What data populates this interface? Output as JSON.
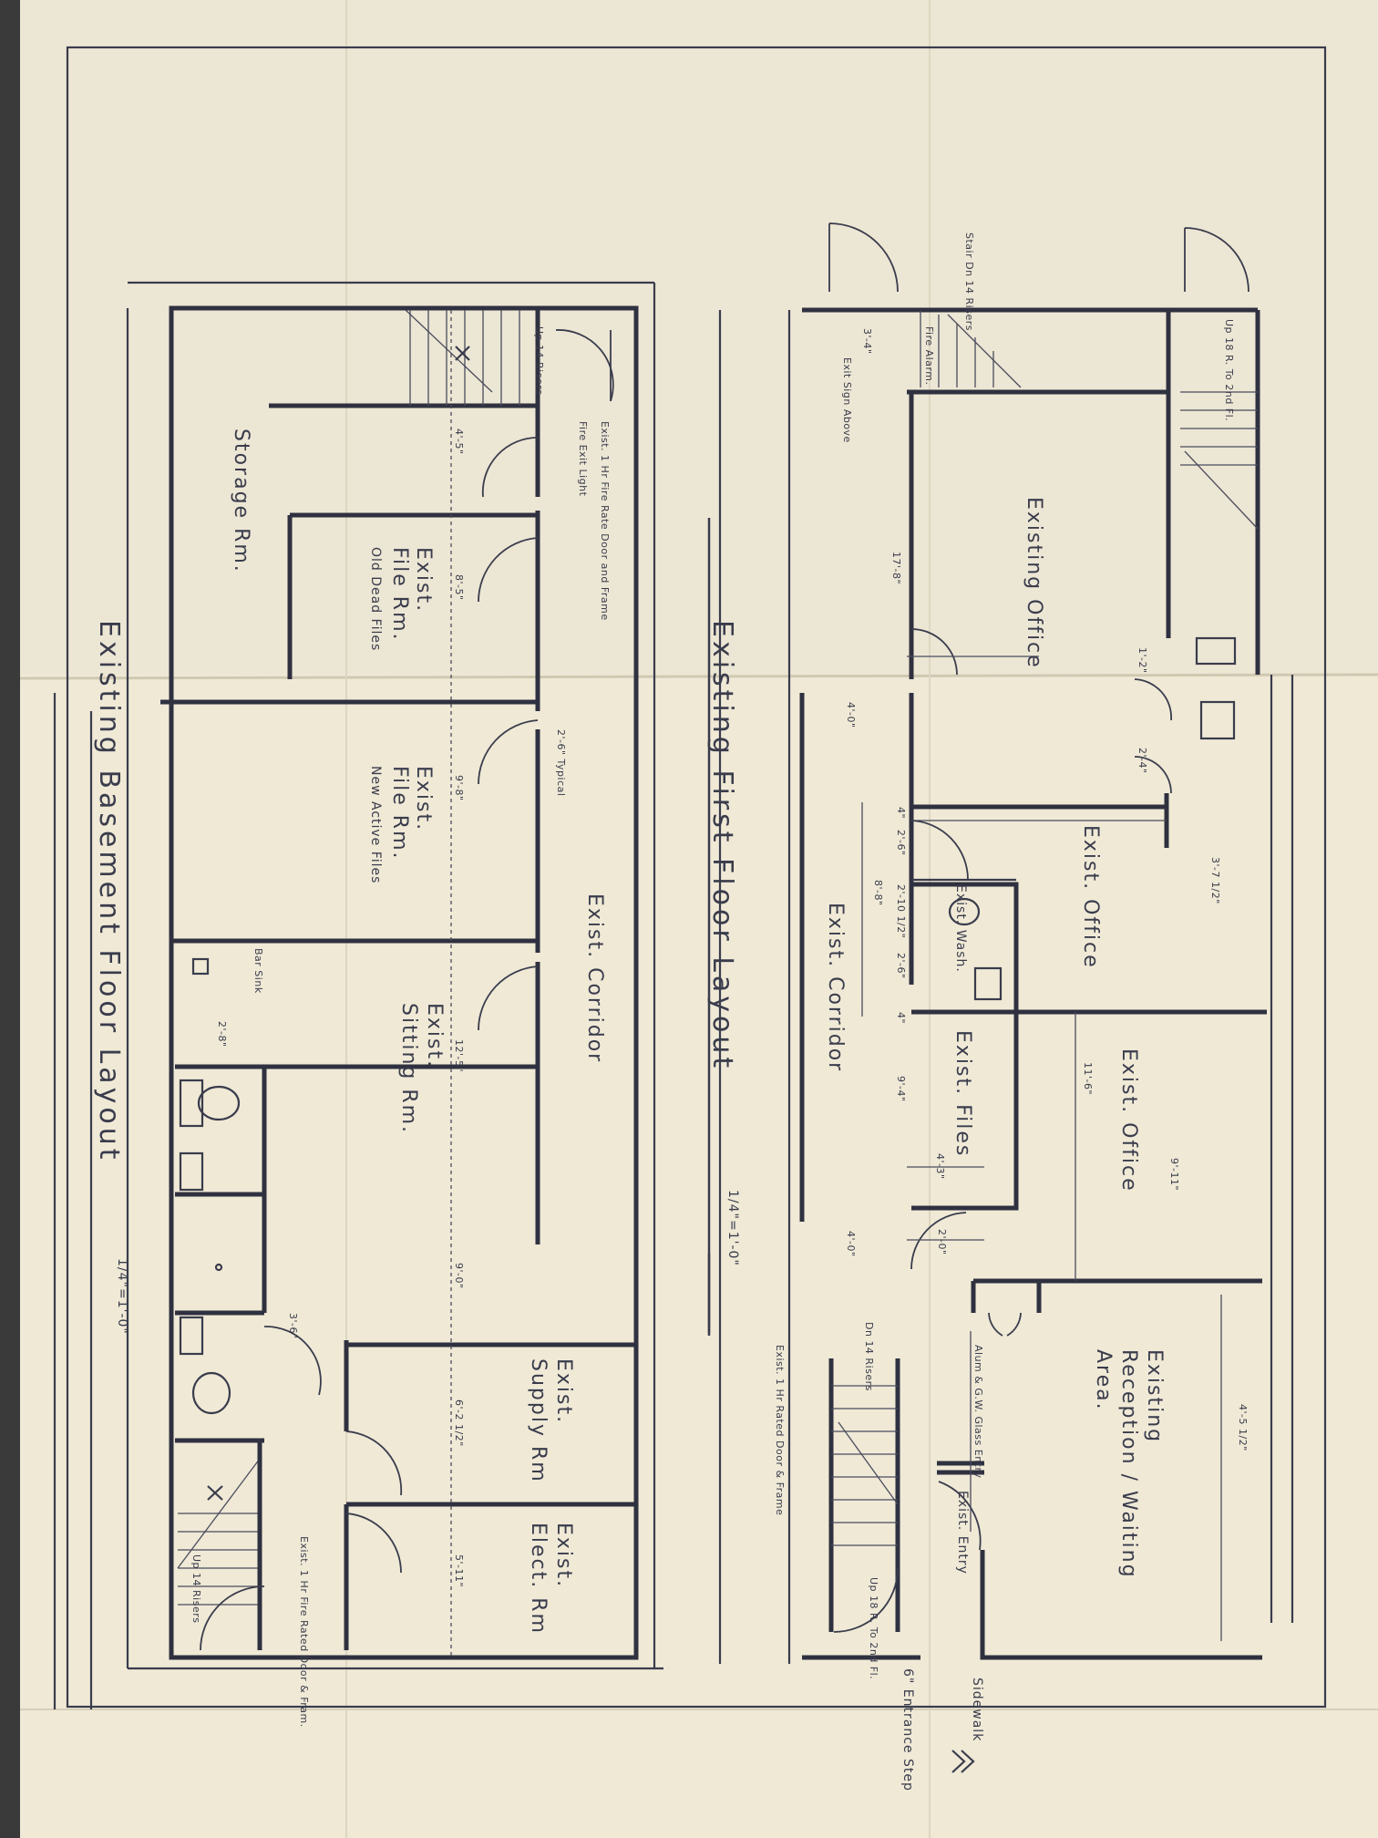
{
  "sheet": {
    "colors": {
      "paper": "#efe9d6",
      "ink": "#3a3c4c",
      "background": "#3a3a3a"
    }
  },
  "first_floor": {
    "title": "Existing First Floor Layout",
    "scale": "1/4\"=1'-0\"",
    "rooms": {
      "office_a": "Existing Office",
      "office_b": "Exist. Office",
      "office_c": "Exist. Office",
      "wash": "Exist. Wash.",
      "files": "Exist. Files",
      "corridor": "Exist. Corridor",
      "reception_1": "Existing",
      "reception_2": "Reception / Waiting",
      "reception_3": "Area."
    },
    "notes": {
      "stair_dn": "Stair Dn 14 Risers",
      "fire_alarm": "Fire Alarm.",
      "exit_sign": "Exit Sign Above",
      "up_stair_top": "Up 18 R. To 2nd Fl.",
      "alum_glass": "Alum & G.W. Glass Entry",
      "exist_entry": "Exist. Entry",
      "dn_14": "Dn 14 Risers",
      "up_18": "Up 18 R. To 2nd Fl.",
      "rated_door": "Exist. 1 Hr Rated Door & Frame",
      "sidewalk": "Sidewalk",
      "entrance_step": "6\" Entrance Step"
    },
    "dims": [
      "3'-4\"",
      "17'-8\"",
      "4'-0\"",
      "4'-0\"",
      "4'-3\"",
      "2'-0\"",
      "1'-2\"",
      "2'-4\"",
      "3'-7 1/2\"",
      "4\"",
      "2'-6\"",
      "2'-10 1/2\"",
      "2'-6\"",
      "4\"",
      "8'-8\"",
      "9'-4\"",
      "11'-6\"",
      "9'-11\"",
      "4'-5 1/2\""
    ]
  },
  "basement": {
    "title": "Existing Basement Floor Layout",
    "scale": "1/4\"=1'-0\"",
    "rooms": {
      "storage": "Storage Rm.",
      "file_old_1": "Exist.",
      "file_old_2": "File Rm.",
      "file_old_3": "Old Dead Files",
      "file_new_1": "Exist.",
      "file_new_2": "File Rm.",
      "file_new_3": "New Active Files",
      "corridor": "Exist. Corridor",
      "sitting_1": "Exist.",
      "sitting_2": "Sitting Rm.",
      "supply_1": "Exist.",
      "supply_2": "Supply Rm",
      "elect_1": "Exist.",
      "elect_2": "Elect. Rm"
    },
    "notes": {
      "up_14_top": "Up 14 Risers",
      "fire_door": "Exist. 1 Hr Fire Rate Door and Frame",
      "fire_exit_light": "Fire Exit Light",
      "typical": "2'-6\" Typical",
      "bar_sink": "Bar Sink",
      "fire_door_bottom": "Exist. 1 Hr Fire Rated Door & Fram.",
      "up_14_bottom": "Up 14 Risers"
    },
    "dims": [
      "4'-5\"",
      "8'-5\"",
      "9'-8\"",
      "12'-5\"",
      "9'-0\"",
      "6'-2 1/2\"",
      "5'-11\"",
      "3'-6\"",
      "2'-8\""
    ]
  }
}
